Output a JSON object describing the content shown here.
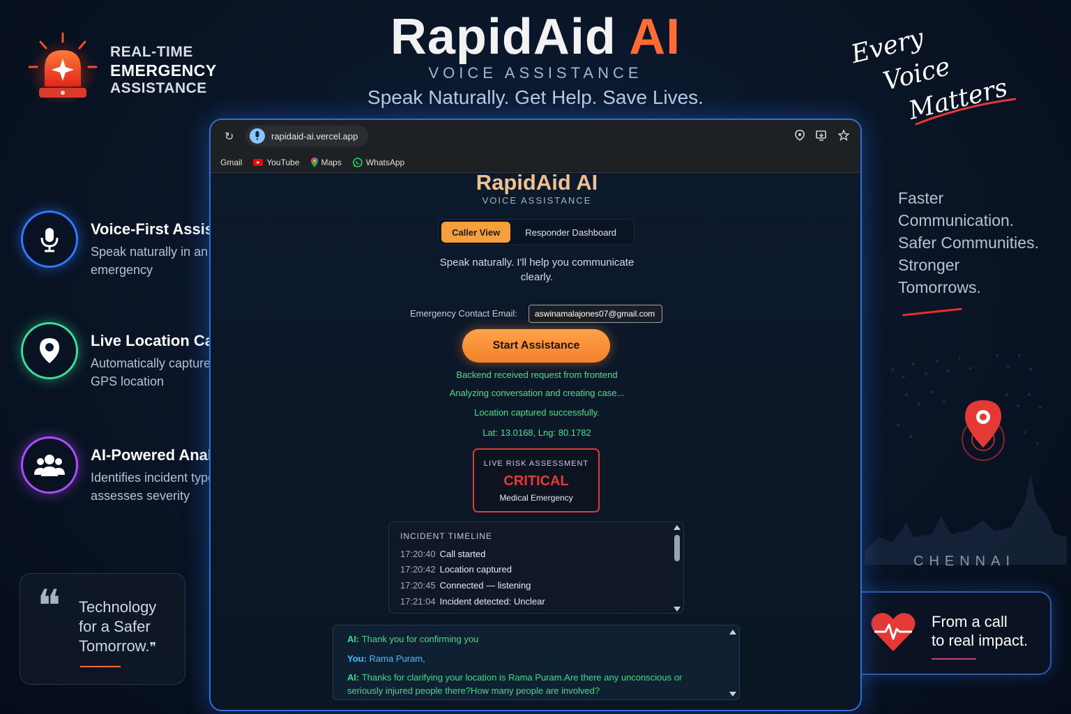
{
  "header": {
    "title_main": "RapidAid",
    "title_accent": "AI",
    "subtitle": "VOICE ASSISTANCE",
    "tagline": "Speak Naturally. Get Help. Save Lives."
  },
  "badge": {
    "line1": "REAL-TIME",
    "line2": "EMERGENCY",
    "line3": "ASSISTANCE"
  },
  "script_slogan": [
    "Every",
    "Voice",
    "Matters"
  ],
  "features": [
    {
      "title": "Voice-First Assistance",
      "desc": "Speak naturally in an emergency",
      "icon": "microphone-icon",
      "color": "#2f7bff"
    },
    {
      "title": "Live Location Capture",
      "desc": "Automatically captures your GPS location",
      "icon": "location-pin-icon",
      "color": "#38e09a"
    },
    {
      "title": "AI-Powered Analysis",
      "desc": "Identifies incident type and assesses severity",
      "icon": "people-icon",
      "color": "#b04cff"
    }
  ],
  "quote": {
    "mark": "❝",
    "text": "Technology for a Safer Tomorrow.",
    "close": "❞"
  },
  "right_copy": [
    "Faster",
    "Communication.",
    "Safer Communities.",
    "Stronger",
    "Tomorrows."
  ],
  "city": "CHENNAI",
  "impact": {
    "line1": "From a call",
    "line2": "to real impact.",
    "icon": "heart-pulse-icon"
  },
  "browser": {
    "url": "rapidaid-ai.vercel.app",
    "bookmarks": [
      {
        "label": "Gmail",
        "icon": "none"
      },
      {
        "label": "YouTube",
        "icon": "youtube-icon"
      },
      {
        "label": "Maps",
        "icon": "maps-icon"
      },
      {
        "label": "WhatsApp",
        "icon": "whatsapp-icon"
      }
    ]
  },
  "app": {
    "title": "RapidAid AI",
    "subtitle": "VOICE ASSISTANCE",
    "tabs": {
      "caller": "Caller View",
      "responder": "Responder Dashboard"
    },
    "intro": "Speak naturally. I'll help you communicate clearly.",
    "email_label": "Emergency Contact Email:",
    "email_value": "aswinamalajones07@gmail.com",
    "start_button": "Start Assistance",
    "status": [
      "Backend received request from frontend",
      "Analyzing conversation and creating case...",
      "Location captured successfully.",
      "Lat: 13.0168, Lng: 80.1782"
    ],
    "risk": {
      "label": "LIVE RISK ASSESSMENT",
      "level": "CRITICAL",
      "type": "Medical Emergency"
    },
    "timeline": {
      "heading": "INCIDENT TIMELINE",
      "events": [
        {
          "time": "17:20:40",
          "text": "Call started"
        },
        {
          "time": "17:20:42",
          "text": "Location captured"
        },
        {
          "time": "17:20:45",
          "text": "Connected — listening"
        },
        {
          "time": "17:21:04",
          "text": "Incident detected: Unclear"
        }
      ]
    },
    "chat": [
      {
        "speaker": "AI:",
        "text": "Thank you for confirming you"
      },
      {
        "speaker": "You:",
        "text": "Rama Puram,"
      },
      {
        "speaker": "AI:",
        "text": "Thanks for clarifying your location is Rama Puram.Are there any unconscious or seriously injured people there?How many people are involved?"
      }
    ]
  },
  "colors": {
    "accent": "#ff6b35",
    "critical": "#e53935",
    "status_green": "#3ee28e",
    "brand_blue": "#2f6fd6"
  }
}
